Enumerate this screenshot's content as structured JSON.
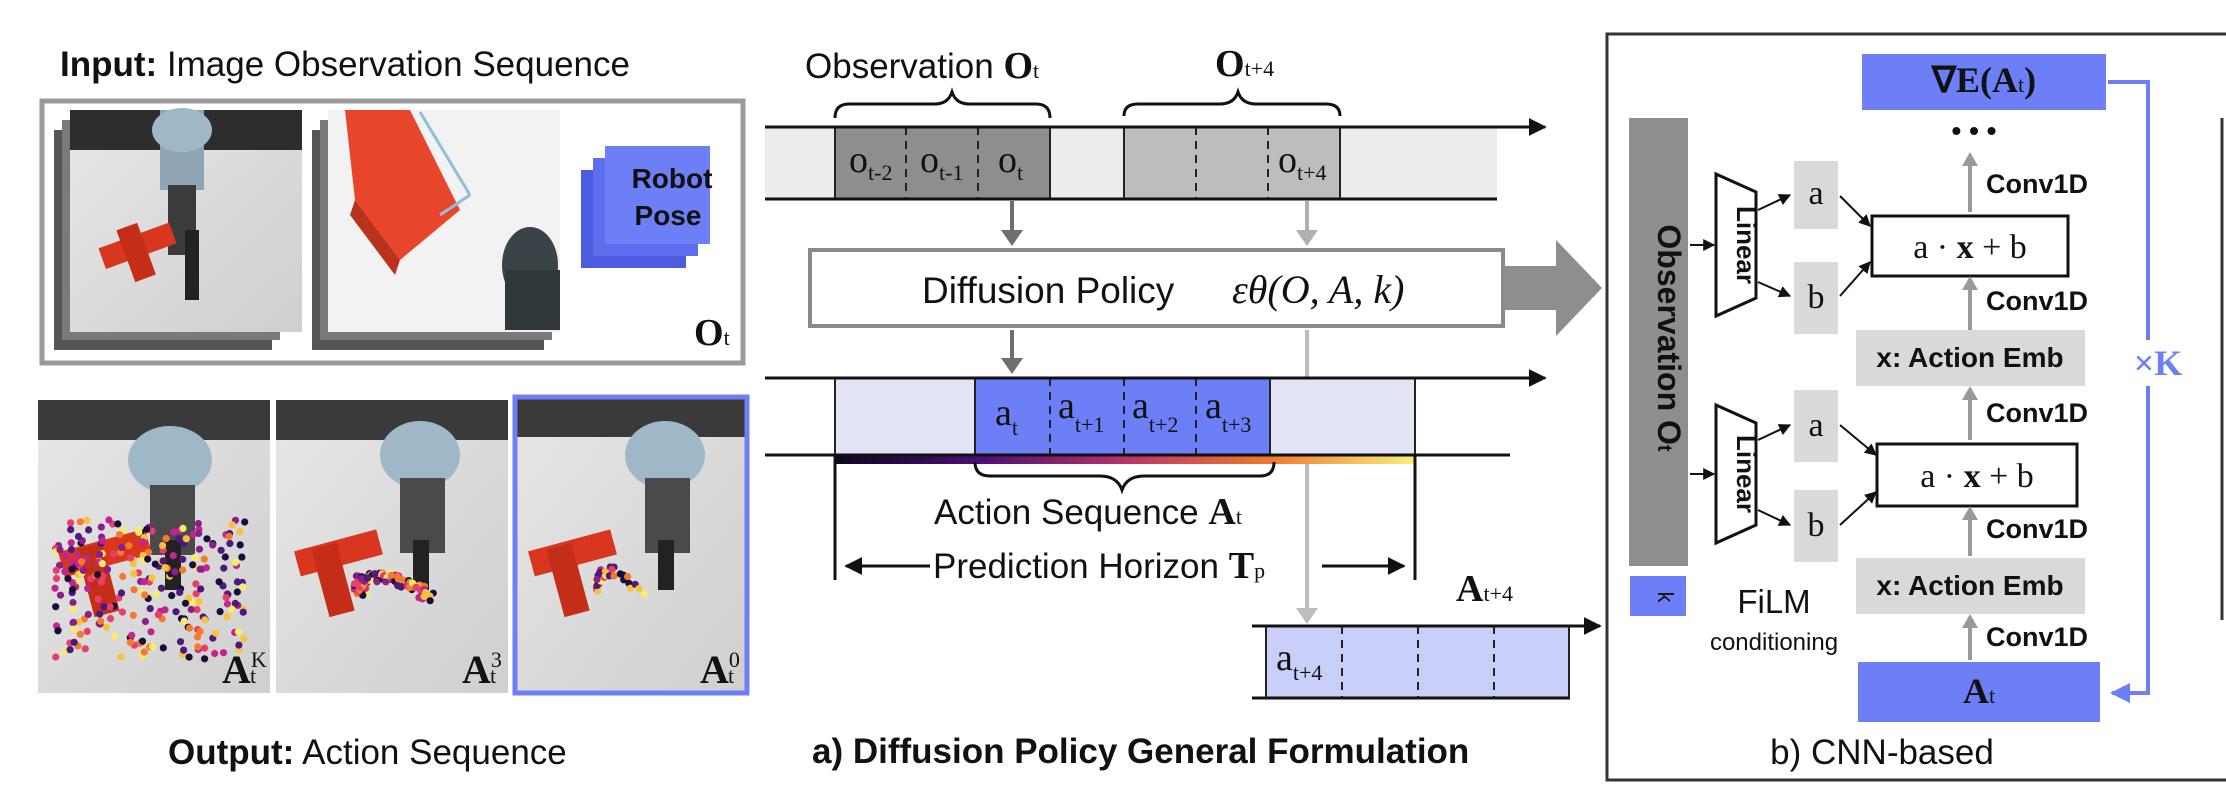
{
  "input_panel": {
    "title_bold": "Input:",
    "title_rest": " Image Observation Sequence",
    "robot_pose": [
      "Robot",
      "Pose"
    ],
    "obs_label_main": "O",
    "obs_label_sub": "t"
  },
  "output_panel": {
    "title_bold": "Output:",
    "title_rest": "  Action Sequence",
    "thumbs": [
      {
        "main": "A",
        "sub": "t",
        "sup": "K"
      },
      {
        "main": "A",
        "sub": "t",
        "sup": "3"
      },
      {
        "main": "A",
        "sub": "t",
        "sup": "0"
      }
    ]
  },
  "general": {
    "observation_label": "Observation ",
    "observation_symbol": "O",
    "observation_sub": "t",
    "obs_future_symbol": "O",
    "obs_future_sub": "t+4",
    "obs_cells": [
      {
        "main": "o",
        "sub": "t-2"
      },
      {
        "main": "o",
        "sub": "t-1"
      },
      {
        "main": "o",
        "sub": "t"
      }
    ],
    "obs_future_cell": {
      "main": "o",
      "sub": "t+4"
    },
    "policy_label": "Diffusion Policy",
    "policy_formula": "εθ(O, A, k)",
    "action_cells": [
      {
        "main": "a",
        "sub": "t"
      },
      {
        "main": "a",
        "sub": "t+1"
      },
      {
        "main": "a",
        "sub": "t+2"
      },
      {
        "main": "a",
        "sub": "t+3"
      }
    ],
    "action_seq_label": "Action Sequence ",
    "action_seq_symbol": "A",
    "action_seq_sub": "t",
    "horizon_label": "Prediction Horizon ",
    "horizon_symbol": "T",
    "horizon_sub": "p",
    "future_action_symbol": "A",
    "future_action_sub": "t+4",
    "future_action_cell": {
      "main": "a",
      "sub": "t+4"
    },
    "caption": "a) Diffusion Policy General Formulation"
  },
  "cnn": {
    "grad_label": "∇E(A",
    "grad_sub": "t",
    "grad_close": ")",
    "dots": "• • •",
    "observation_label": "Observation O",
    "observation_sub": "t",
    "k_label": "k",
    "linear_label": "Linear",
    "a_label": "a",
    "b_label": "b",
    "film_formula_a": "a",
    "film_formula_dot": "·",
    "film_formula_x": "x",
    "film_formula_b": "+ b",
    "conv_label": "Conv1D",
    "action_emb_label": "x: Action Emb",
    "repeat_label": "×K",
    "film_title": "FiLM",
    "film_sub": "conditioning",
    "bottom_label": "A",
    "bottom_sub": "t",
    "caption": "b) CNN-based"
  },
  "colors": {
    "accent_blue": "#6d7ff7",
    "light_blue": "#c9cff9",
    "lavender": "#e3e4f5",
    "dark_gray": "#8e8e8e",
    "mid_gray": "#bdbdbd",
    "light_gray": "#ececec",
    "box_gray": "#d9d9d9"
  }
}
